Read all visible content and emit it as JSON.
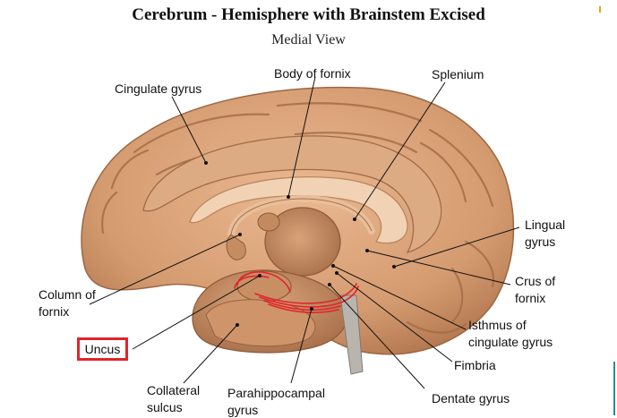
{
  "title": "Cerebrum - Hemisphere with Brainstem Excised",
  "subtitle": "Medial View",
  "labels": {
    "cingulate_gyrus": "Cingulate gyrus",
    "body_of_fornix": "Body of fornix",
    "splenium": "Splenium",
    "lingual_gyrus_1": "Lingual",
    "lingual_gyrus_2": "gyrus",
    "crus_of_fornix_1": "Crus of",
    "crus_of_fornix_2": "fornix",
    "column_of_fornix_1": "Column of",
    "column_of_fornix_2": "fornix",
    "isthmus_1": "Isthmus of",
    "isthmus_2": "cingulate gyrus",
    "uncus": "Uncus",
    "fimbria": "Fimbria",
    "collateral_sulcus_1": "Collateral",
    "collateral_sulcus_2": "sulcus",
    "parahippocampal_gyrus_1": "Parahippocampal",
    "parahippocampal_gyrus_2": "gyrus",
    "dentate_gyrus": "Dentate gyrus"
  },
  "colors": {
    "brain_base": "#d9a37a",
    "brain_shadow": "#b57a52",
    "brain_highlight": "#efc7a2",
    "corpus_callosum": "#f2d2b4",
    "thalamus": "#c88e63",
    "annotation": "#e0242c",
    "leader_line": "#111111"
  }
}
